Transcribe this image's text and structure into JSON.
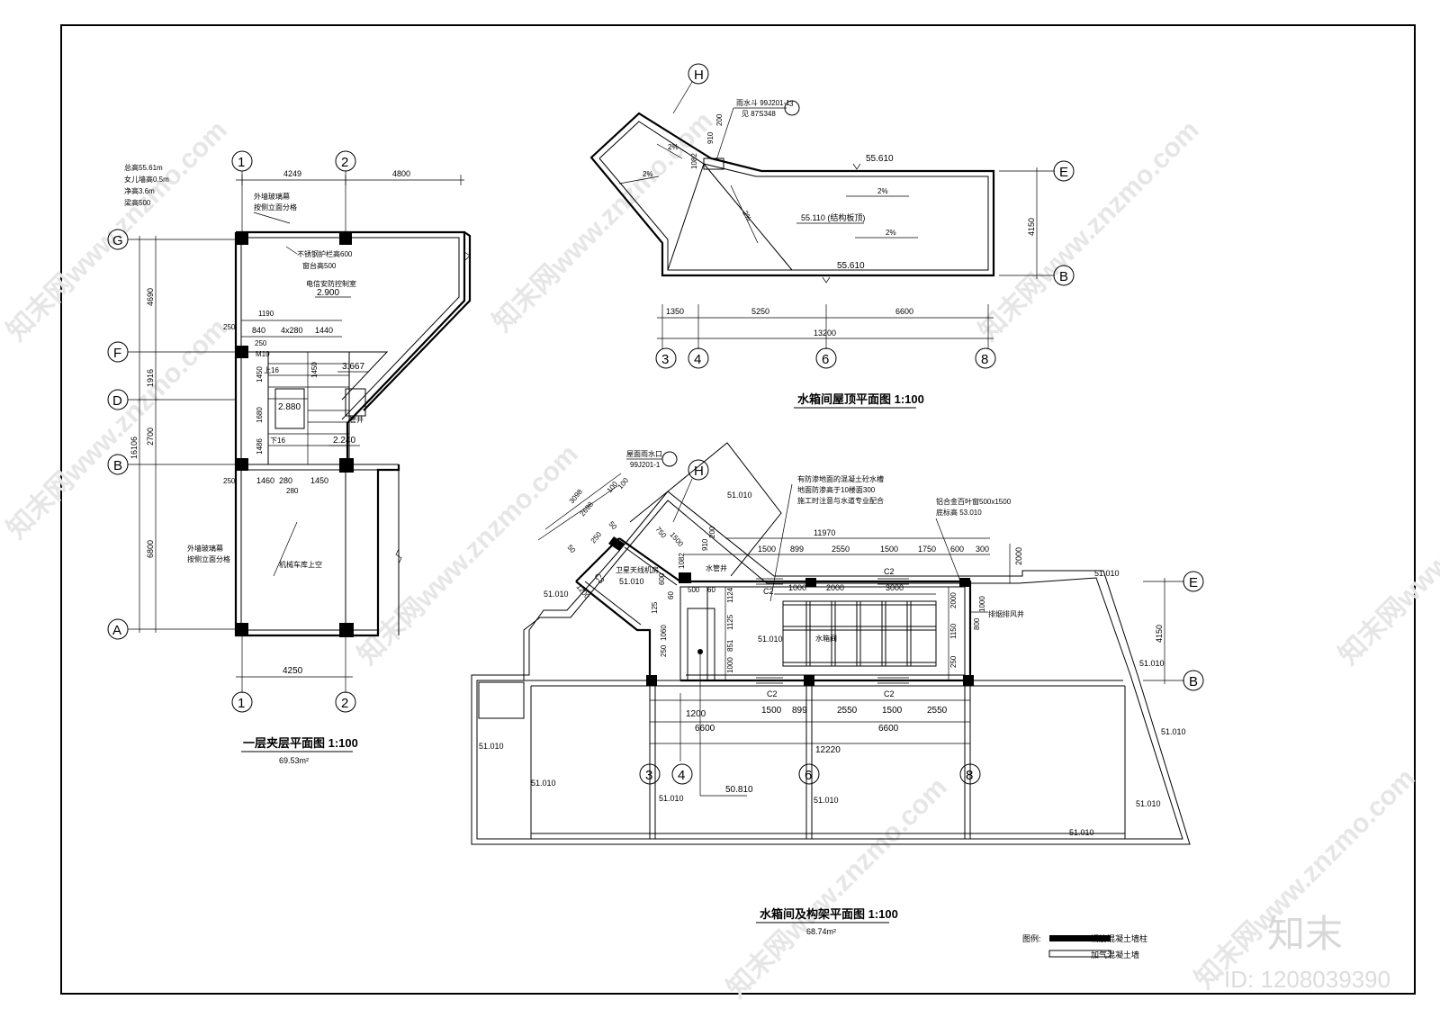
{
  "watermark": {
    "site": "知末网www.znzmo.com",
    "brand": "知末",
    "id": "ID: 1208039390"
  },
  "legend": {
    "label": "图例:",
    "rc_wall": "钢筋混凝土墙柱",
    "aac_wall": "加气混凝土墙"
  },
  "plan_mezzanine": {
    "title": "一层夹层平面图 1:100",
    "area": "69.53m²",
    "notes": [
      "总高55.61m",
      "女儿墙高0.5m",
      "净高3.6m",
      "梁高500"
    ],
    "axes_x": [
      "1",
      "2"
    ],
    "axes_y": [
      "G",
      "F",
      "D",
      "B",
      "A"
    ],
    "dims_top": [
      "4249",
      "4800"
    ],
    "dims_bottom": [
      "4250"
    ],
    "dims_left": [
      "4690",
      "1916",
      "2700",
      "6800",
      "16106"
    ],
    "room_label": "电信安防控制室",
    "labels": {
      "curtain1": "外墙玻璃幕",
      "curtain1b": "按侧立面分格",
      "rail": "不锈钢护栏高600",
      "sill": "窗台高500",
      "curtain2": "外墙玻璃幕",
      "curtain2b": "按侧立面分格",
      "hall": "机械车库上空",
      "up": "上16",
      "down": "下16",
      "m10": "M10",
      "shaft": "管井"
    },
    "elevations": [
      "2.900",
      "3.667",
      "2.880",
      "2.240"
    ],
    "stair_dims": [
      "1190",
      "840",
      "4x280",
      "1440",
      "250",
      "250",
      "1450",
      "1450",
      "1680",
      "1486",
      "250",
      "1460",
      "280",
      "1450",
      "280"
    ]
  },
  "plan_roof": {
    "title": "水箱间屋顶平面图 1:100",
    "axes": [
      "H",
      "E",
      "B",
      "3",
      "4",
      "6",
      "8"
    ],
    "dims_bottom": [
      "1350",
      "5250",
      "6600",
      "13200"
    ],
    "dims_right": [
      "4150"
    ],
    "elevations": [
      "55.610",
      "55.110 (结构板顶)",
      "55.610"
    ],
    "slopes": [
      "2%",
      "2%",
      "2%",
      "2%",
      "2%"
    ],
    "note_drain": "雨水斗 99J201-1",
    "note_drain2": "见 87S348",
    "dims_local": [
      "1082",
      "910",
      "200",
      "3"
    ]
  },
  "plan_tank": {
    "title": "水箱间及构架平面图 1:100",
    "area": "68.74m²",
    "axes": [
      "H",
      "E",
      "B",
      "3",
      "4",
      "6",
      "8"
    ],
    "notes": {
      "roof_drain": "屋面雨水口",
      "roof_drain_ref": "99J201-1",
      "tank_note1": "有防渗地面的混凝土砼水槽",
      "tank_note2": "地面防渗高于10楼面300",
      "tank_note3": "施工时注意与水道专业配合",
      "louver": "铝合金百叶窗500x1500",
      "louver2": "底标高 53.010",
      "tank": "水箱间",
      "room": "卫星天线机房",
      "shaft": "水管井",
      "vent": "排烟排风井"
    },
    "dims_top": [
      "3098",
      "2698",
      "100",
      "100",
      "250",
      "750",
      "1500",
      "1082",
      "910",
      "200",
      "11970",
      "1500",
      "899",
      "2550",
      "1500",
      "1750",
      "600",
      "300",
      "2000"
    ],
    "dims_inner": [
      "1000",
      "2000",
      "3000",
      "1124",
      "1125",
      "851",
      "1000",
      "2000",
      "1150",
      "250",
      "800",
      "1000",
      "500",
      "60",
      "600",
      "60",
      "125",
      "1060",
      "250",
      "1200",
      "50",
      "50"
    ],
    "dims_bottom": [
      "1200",
      "1500",
      "899",
      "2550",
      "1500",
      "2550",
      "6600",
      "6600",
      "12220"
    ],
    "dims_right": [
      "2000",
      "4150"
    ],
    "windows": [
      "C2",
      "C2",
      "C2",
      "C2",
      "C3"
    ],
    "elevations": [
      "51.010",
      "51.010",
      "51.010",
      "51.010",
      "51.010",
      "51.010",
      "51.010",
      "51.010",
      "51.010",
      "51.010",
      "51.010",
      "51.010",
      "50.810"
    ]
  }
}
